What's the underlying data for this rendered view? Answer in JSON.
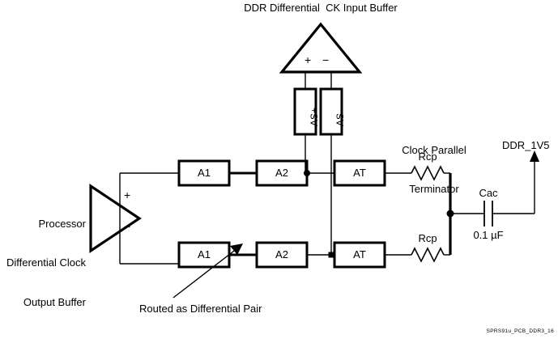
{
  "figure": {
    "title": "DDR Differential  CK Input Buffer",
    "footer_id": "SPRS91u_PCB_DDR3_16"
  },
  "labels": {
    "processor_buffer_line1": "Processor",
    "processor_buffer_line2": "Differential Clock",
    "processor_buffer_line3": "Output Buffer",
    "clock_terminator_line1": "Clock Parallel",
    "clock_terminator_line2": "Terminator",
    "routed_note": "Routed as Differential Pair",
    "supply_rail": "DDR_1V5",
    "cap_name": "Cac",
    "cap_value": "0.1 µF",
    "resistor_top": "Rcp",
    "resistor_bottom": "Rcp",
    "plus_sign": "+",
    "minus_sign": "−"
  },
  "series_components": {
    "as_plus": "AS+",
    "as_minus": "AS-"
  },
  "top_trace": {
    "segments": [
      "A1",
      "A2",
      "AT"
    ]
  },
  "bottom_trace": {
    "segments": [
      "A1",
      "A2",
      "AT"
    ]
  },
  "colors": {
    "ink": "#000000",
    "background": "#ffffff"
  }
}
